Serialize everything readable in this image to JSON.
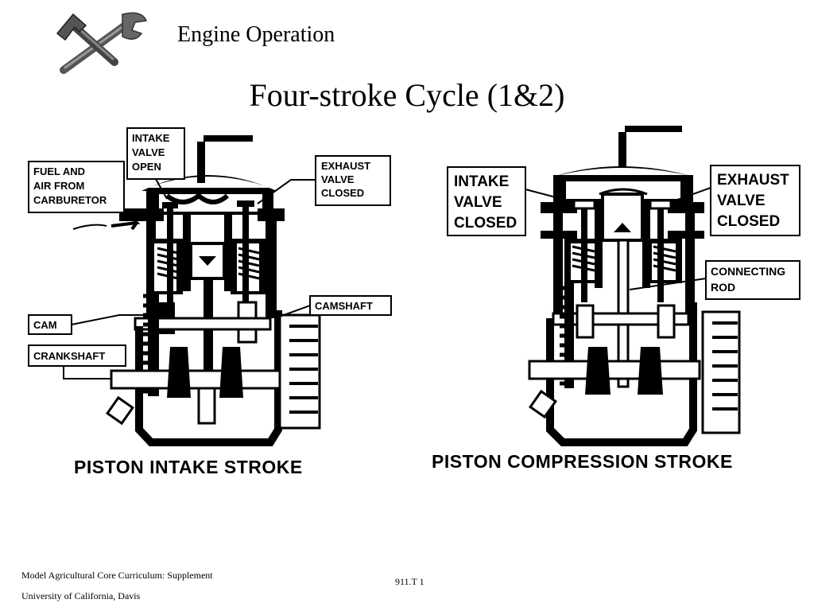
{
  "header": {
    "title": "Engine Operation",
    "logo_icon": "hammer-and-wrench-icon"
  },
  "slide": {
    "title": "Four-stroke Cycle (1&2)"
  },
  "diagrams": {
    "left": {
      "caption": "PISTON INTAKE STROKE",
      "labels": {
        "intake_valve": [
          "INTAKE",
          "VALVE",
          "OPEN"
        ],
        "fuel_air": [
          "FUEL AND",
          "AIR FROM",
          "CARBURETOR"
        ],
        "exhaust_valve": [
          "EXHAUST",
          "VALVE",
          "CLOSED"
        ],
        "camshaft": "CAMSHAFT",
        "cam": "CAM",
        "crankshaft": "CRANKSHAFT"
      }
    },
    "right": {
      "caption": "PISTON COMPRESSION STROKE",
      "labels": {
        "intake_valve": [
          "INTAKE",
          "VALVE",
          "CLOSED"
        ],
        "exhaust_valve": [
          "EXHAUST",
          "VALVE",
          "CLOSED"
        ],
        "connecting_rod": [
          "CONNECTING",
          "ROD"
        ]
      }
    }
  },
  "footer": {
    "line1": "Model Agricultural Core Curriculum:  Supplement",
    "line2": "University of California, Davis",
    "slide_number": "911.T 1"
  }
}
